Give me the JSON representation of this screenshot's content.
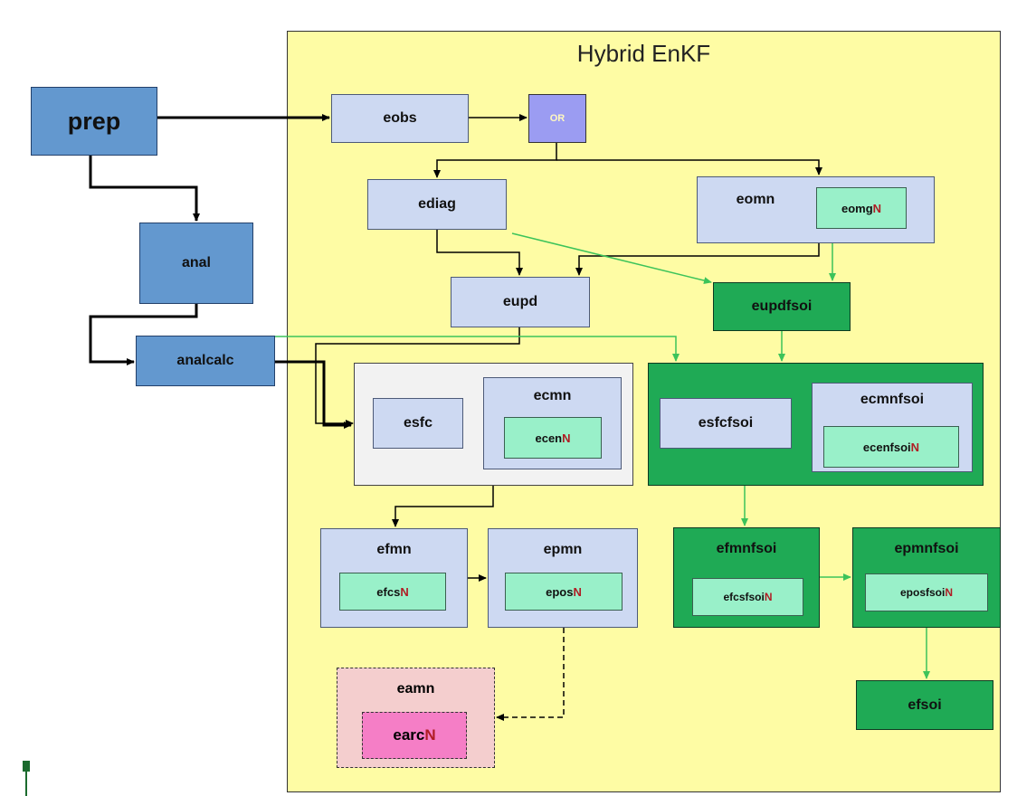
{
  "title": "Hybrid EnKF",
  "nodes": {
    "prep": "prep",
    "anal": "anal",
    "analcalc": "analcalc",
    "eobs": "eobs",
    "or": "OR",
    "ediag": "ediag",
    "eomn": "eomn",
    "eomg": "eomg",
    "eupd": "eupd",
    "eupdfsoi": "eupdfsoi",
    "esfc": "esfc",
    "ecmn": "ecmn",
    "ecen": "ecen",
    "esfcfsoi": "esfcfsoi",
    "ecmnfsoi": "ecmnfsoi",
    "ecenfsoi": "ecenfsoi",
    "efmn": "efmn",
    "efcs": "efcs",
    "epmn": "epmn",
    "epos": "epos",
    "efmnfsoi": "efmnfsoi",
    "efcsfsoi": "efcsfsoi",
    "epmnfsoi": "epmnfsoi",
    "eposfsoi": "eposfsoi",
    "eamn": "eamn",
    "earc": "earc",
    "efsoi": "efsoi",
    "member_suffix": "N"
  },
  "colors": {
    "yellow_bg": "#fefca4",
    "blue": "#6398cf",
    "light_blue": "#cdd9f2",
    "mint": "#99f0c9",
    "dark_green": "#1faa55",
    "gray": "#f2f2f2",
    "or_purple": "#9b9cf2",
    "pink": "#f4cece",
    "hot_pink": "#f57ec6",
    "green_arrow": "#3cc35a",
    "suffix_red": "#b01c24"
  }
}
